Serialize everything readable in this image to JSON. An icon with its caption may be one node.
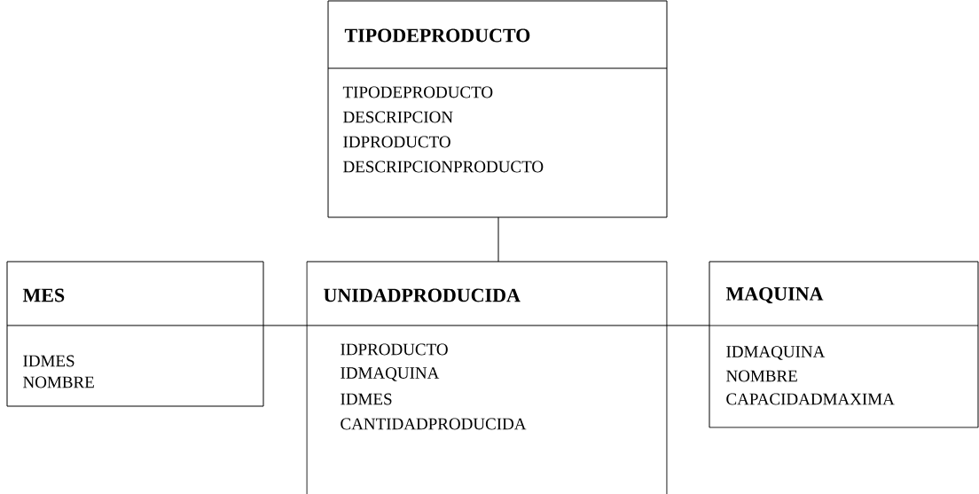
{
  "diagram": {
    "nodes": [
      {
        "text": [
          "TIPODEPRODUCTO",
          "TIPODEPRODUCTO",
          "DESCRIPCION",
          "IDPRODUCTO",
          "DESCRIPCIONPRODUCTO"
        ]
      },
      {
        "text": [
          "MES",
          "IDMES",
          "NOMBRE"
        ]
      },
      {
        "text": [
          "UNIDADPRODUCIDA",
          "IDPRODUCTO",
          "IDMAQUINA",
          "IDMES",
          "CANTIDADPRODUCIDA"
        ]
      },
      {
        "text": [
          "MAQUINA",
          "IDMAQUINA",
          "NOMBRE",
          "CAPACIDADMAXIMA"
        ]
      }
    ],
    "edges": [
      {
        "from": 0,
        "to": 2,
        "arrow": "none"
      },
      {
        "from": 1,
        "to": 2,
        "arrow": "none"
      },
      {
        "from": 2,
        "to": 3,
        "arrow": "none"
      }
    ]
  }
}
